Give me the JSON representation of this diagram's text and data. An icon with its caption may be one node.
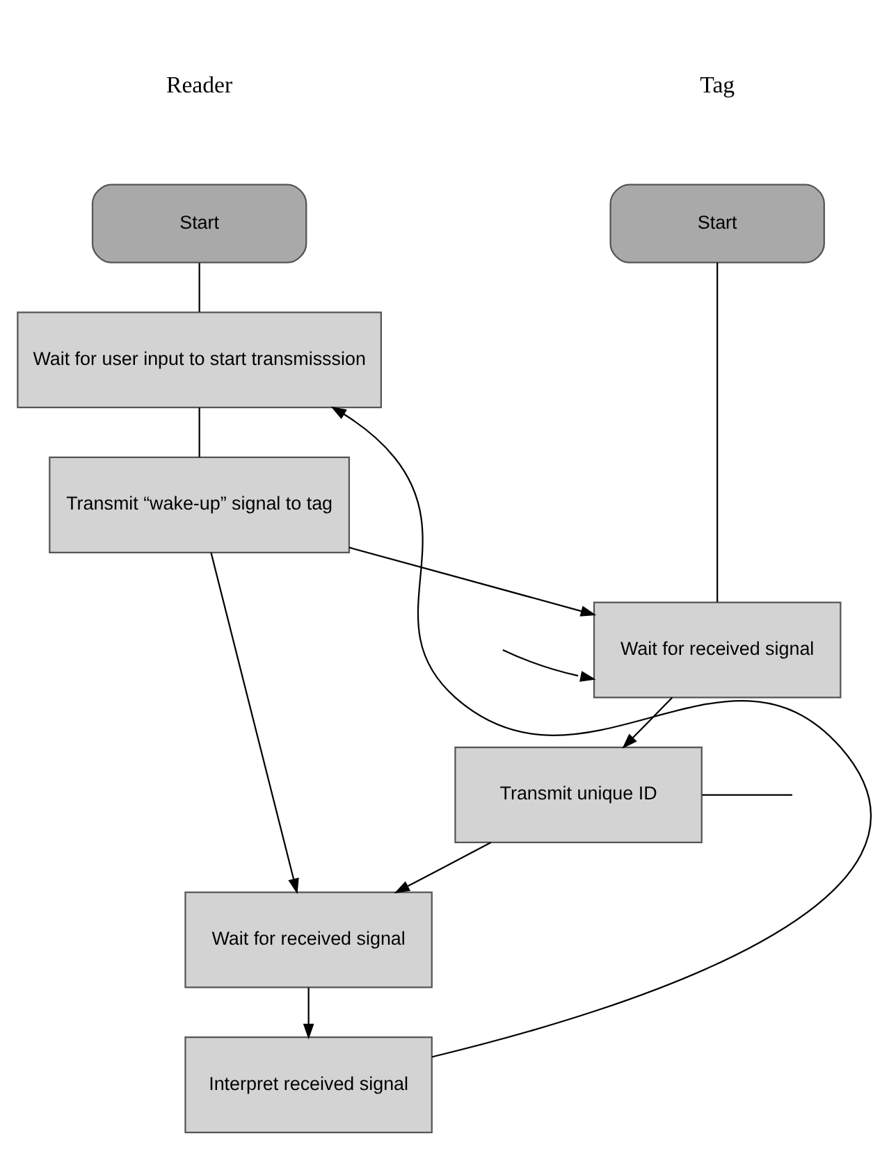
{
  "diagram": {
    "nodes": [
      {
        "text": [
          "Start"
        ]
      },
      {
        "text": [
          "Wait for user input to start transmisssion"
        ]
      },
      {
        "text": [
          "Transmit “wake-up” signal to tag"
        ]
      },
      {
        "text": [
          "Wait for received signal"
        ]
      },
      {
        "text": [
          "Interpret received signal"
        ]
      },
      {
        "text": [
          "Start"
        ]
      },
      {
        "text": [
          "Wait for received signal"
        ]
      },
      {
        "text": [
          "Transmit unique ID"
        ]
      }
    ],
    "edges": [
      {
        "from": 0,
        "to": 1,
        "arrow": "none"
      },
      {
        "from": 1,
        "to": 2,
        "arrow": "none"
      },
      {
        "from": 2,
        "to": 3,
        "arrow": "to"
      },
      {
        "from": 2,
        "to": 6,
        "arrow": "to"
      },
      {
        "from": 3,
        "to": 4,
        "arrow": "to"
      },
      {
        "from": 4,
        "to": 1,
        "arrow": "to"
      },
      {
        "from": 5,
        "to": 6,
        "arrow": "none"
      },
      {
        "from": 6,
        "to": 7,
        "arrow": "to"
      },
      {
        "from": 7,
        "to": 3,
        "arrow": "to"
      },
      {
        "from": 7,
        "to": null,
        "arrow": "none"
      },
      {
        "from": null,
        "to": 6,
        "arrow": "to"
      }
    ],
    "labels": [
      "Reader",
      "Tag"
    ]
  }
}
